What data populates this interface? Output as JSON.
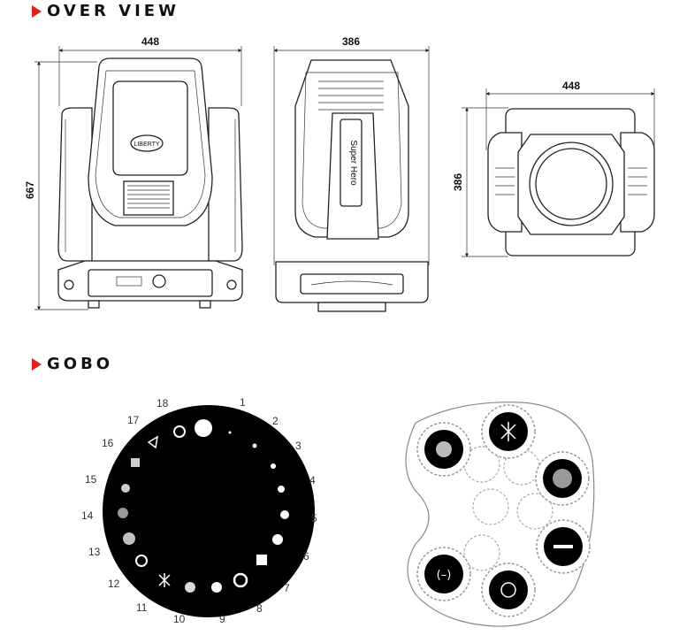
{
  "sections": {
    "overview": {
      "title": "OVER VIEW"
    },
    "gobo": {
      "title": "GOBO"
    }
  },
  "dimensions": {
    "front_width": "448",
    "side_width": "386",
    "top_width": "448",
    "height": "667",
    "top_depth": "386"
  },
  "labels": {
    "brand": "Super Hero",
    "logo_text": "LIBERTY"
  },
  "gobo_numbers": [
    "1",
    "2",
    "3",
    "4",
    "5",
    "6",
    "7",
    "8",
    "9",
    "10",
    "11",
    "12",
    "13",
    "14",
    "15",
    "16",
    "17",
    "18"
  ],
  "gobo_wheel_symbols": {
    "open_bar": "—",
    "bracket": "(–)"
  },
  "colors": {
    "accent": "#e0201a",
    "ink": "#111111"
  }
}
